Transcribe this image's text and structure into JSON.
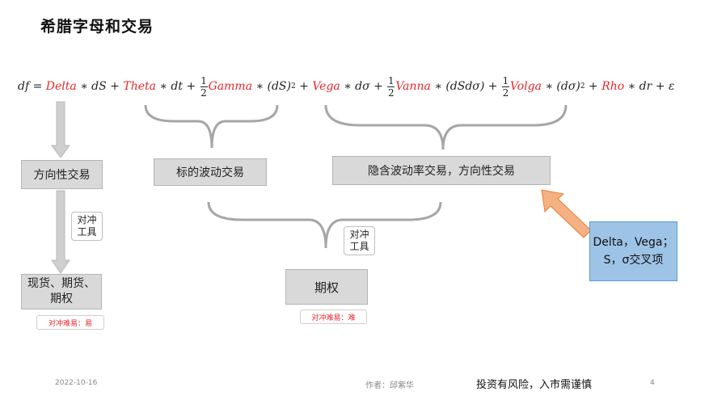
{
  "slide": {
    "title": "希腊字母和交易",
    "formula": {
      "lhs": "df =",
      "t_delta": "Delta",
      "t_ds": " ∗ dS + ",
      "t_theta": "Theta",
      "t_dt": " ∗ dt + ",
      "half_num": "1",
      "half_den": "2",
      "t_gamma": "Gamma",
      "t_ds2": " ∗ (dS)",
      "sup2": "2",
      "t_plus": " + ",
      "t_vega": "Vega",
      "t_dsig": " ∗ dσ + ",
      "t_vanna": "Vanna",
      "t_dsdsig": " ∗ (dSdσ) + ",
      "t_volga": "Volga",
      "t_dsig2": " ∗ (dσ)",
      "t_rho": "Rho",
      "t_tail": " ∗ dr + ε"
    },
    "boxes": {
      "directional": "方向性交易",
      "underlying_vol": "标的波动交易",
      "implied_vol": "隐含波动率交易，方向性交易",
      "spot": "现货、期货、期权",
      "options": "期权"
    },
    "notes": {
      "hedge_tool_1": "对冲\n工具",
      "hedge_tool_2": "对冲\n工具",
      "hedge_easy": "对冲难易：易",
      "hedge_hard": "对冲难易：难"
    },
    "cross_term": {
      "line1": "Delta，Vega；",
      "line2": "S，σ交叉项"
    },
    "footer": {
      "date": "2022-10-16",
      "author": "作者：邱紫华",
      "disclaimer": "投资有风险，入市需谨慎",
      "page": "4"
    },
    "colors": {
      "greek_red": "#e8262c",
      "box_gray": "#d9d9d9",
      "blue_box": "#9dc3e6",
      "arrow_orange": "#f4b183"
    }
  }
}
